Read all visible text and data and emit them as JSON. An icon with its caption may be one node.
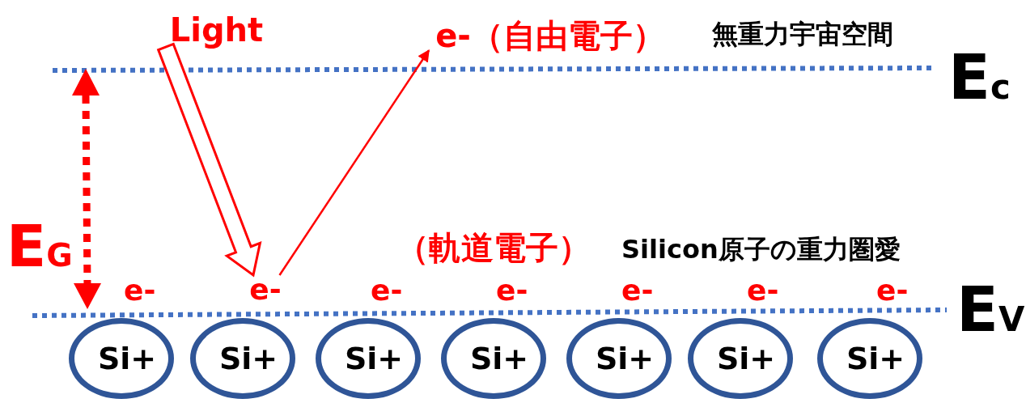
{
  "diagram": {
    "nodes": [
      {
        "text": [
          "Light"
        ]
      },
      {
        "text": [
          "e-（自由電子）"
        ]
      },
      {
        "text": [
          "e-"
        ]
      },
      {
        "text": [
          "Si+"
        ]
      },
      {
        "text": [
          "Si+"
        ]
      },
      {
        "text": [
          "Si+"
        ]
      },
      {
        "text": [
          "Si+"
        ]
      },
      {
        "text": [
          "Si+"
        ]
      },
      {
        "text": [
          "Si+"
        ]
      },
      {
        "text": [
          "Si+"
        ]
      }
    ],
    "edges": [
      {
        "from": 0,
        "to": 2,
        "arrow": "to",
        "style": "thick"
      },
      {
        "from": 2,
        "to": 1,
        "arrow": "to"
      }
    ],
    "labels": [
      "無重力宇宙空間",
      "E$_{c}$",
      "E$_{G}$",
      "（軌道電子）",
      "Silicon原子の重力圏愛",
      "e-",
      "e-",
      "e-",
      "e-",
      "e-",
      "e-",
      "E$_{V}$"
    ]
  }
}
